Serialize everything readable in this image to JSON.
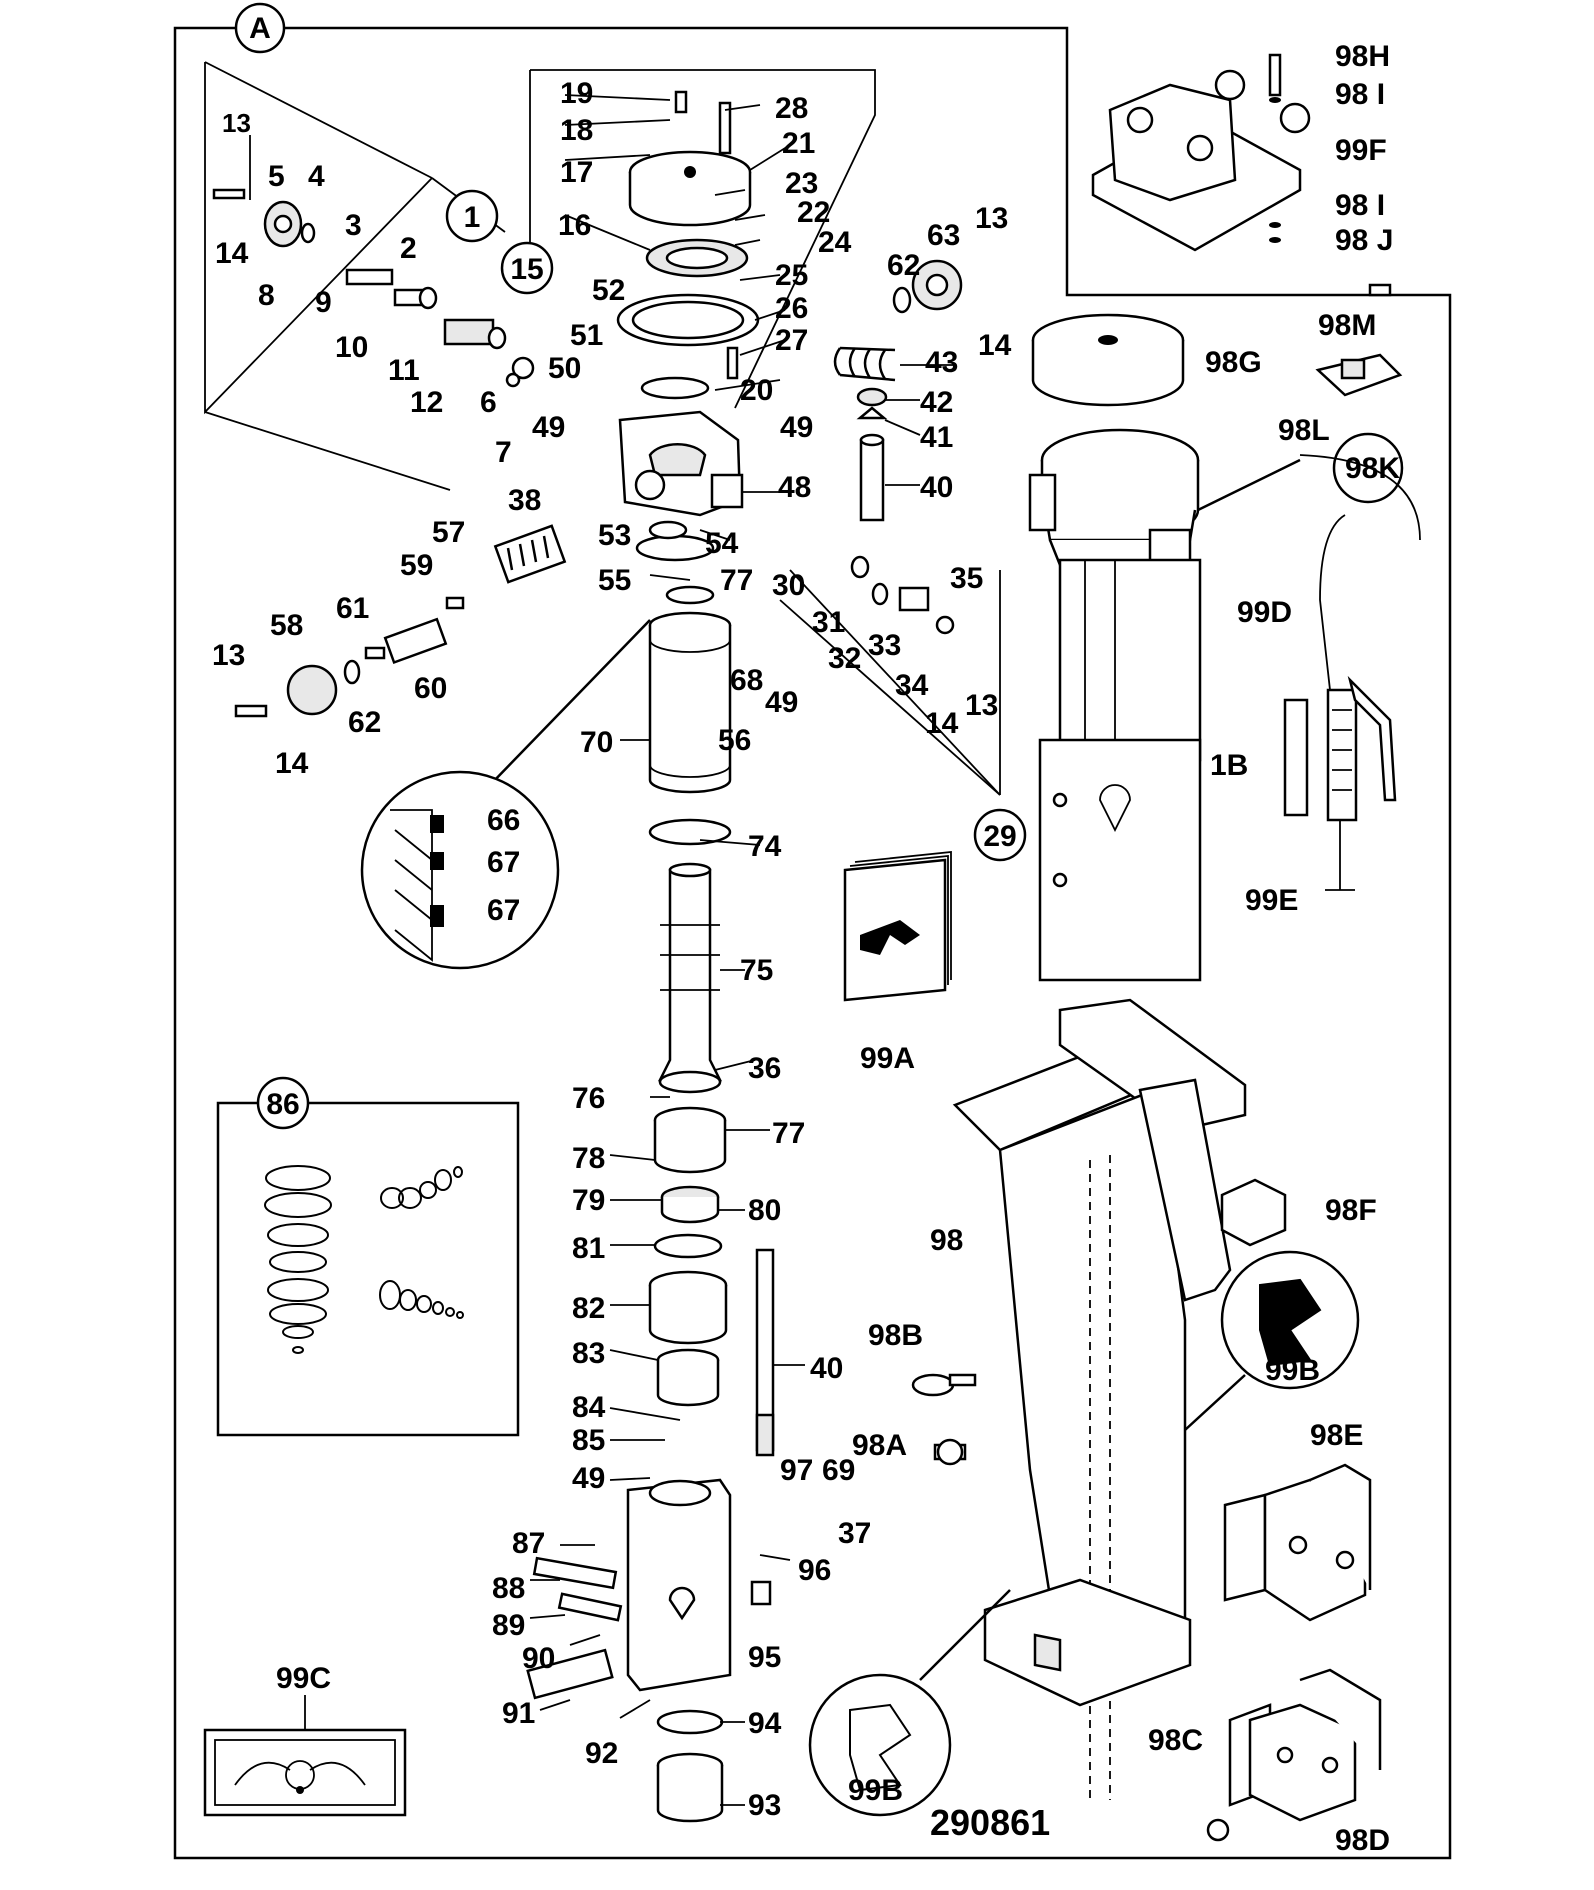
{
  "drawing_number": "290861",
  "view_callout": "A",
  "group_callouts": [
    "1",
    "15",
    "29",
    "86"
  ],
  "part_labels": {
    "l13a": "13",
    "l5": "5",
    "l4": "4",
    "l3": "3",
    "l2": "2",
    "l14a": "14",
    "l8": "8",
    "l9": "9",
    "l10": "10",
    "l11": "11",
    "l12": "12",
    "l6": "6",
    "l7": "7",
    "l19": "19",
    "l18": "18",
    "l17": "17",
    "l16": "16",
    "l28": "28",
    "l21": "21",
    "l23": "23",
    "l22": "22",
    "l24": "24",
    "l25": "25",
    "l26": "26",
    "l27": "27",
    "l20": "20",
    "l52": "52",
    "l51": "51",
    "l50": "50",
    "l49a": "49",
    "l49b": "49",
    "l48": "48",
    "l38": "38",
    "l62a": "62",
    "l63": "63",
    "l13b": "13",
    "l14b": "14",
    "l43": "43",
    "l42": "42",
    "l41": "41",
    "l40a": "40",
    "l57": "57",
    "l59": "59",
    "l53": "53",
    "l54": "54",
    "l55": "55",
    "l77a": "77",
    "l30": "30",
    "l35": "35",
    "l31": "31",
    "l32": "32",
    "l33": "33",
    "l34": "34",
    "l14c": "14",
    "l13c": "13",
    "l58": "58",
    "l61": "61",
    "l13d": "13",
    "l62b": "62",
    "l60": "60",
    "l14d": "14",
    "l68": "68",
    "l49c": "49",
    "l56": "56",
    "l70": "70",
    "l66": "66",
    "l67a": "67",
    "l67b": "67",
    "l74": "74",
    "l75": "75",
    "l36": "36",
    "l76": "76",
    "l77b": "77",
    "l78": "78",
    "l79": "79",
    "l80": "80",
    "l81": "81",
    "l82": "82",
    "l83": "83",
    "l40b": "40",
    "l84": "84",
    "l85": "85",
    "l49d": "49",
    "l97": "97",
    "l69": "69",
    "l37": "37",
    "l87": "87",
    "l96": "96",
    "l88": "88",
    "l89": "89",
    "l90": "90",
    "l95": "95",
    "l91": "91",
    "l92": "92",
    "l94": "94",
    "l93": "93",
    "l98H": "98H",
    "l98I1": "98 I",
    "l99F": "99F",
    "l98I2": "98 I",
    "l98J": "98 J",
    "l98G": "98G",
    "l98M": "98M",
    "l98L": "98L",
    "l98K": "98K",
    "l1B": "1B",
    "l99D": "99D",
    "l99E": "99E",
    "l99A": "99A",
    "l98": "98",
    "l98F": "98F",
    "l98B": "98B",
    "l98A": "98A",
    "l99B1": "99B",
    "l99B2": "99B",
    "l98E": "98E",
    "l98C": "98C",
    "l98D": "98D",
    "l99C": "99C"
  }
}
